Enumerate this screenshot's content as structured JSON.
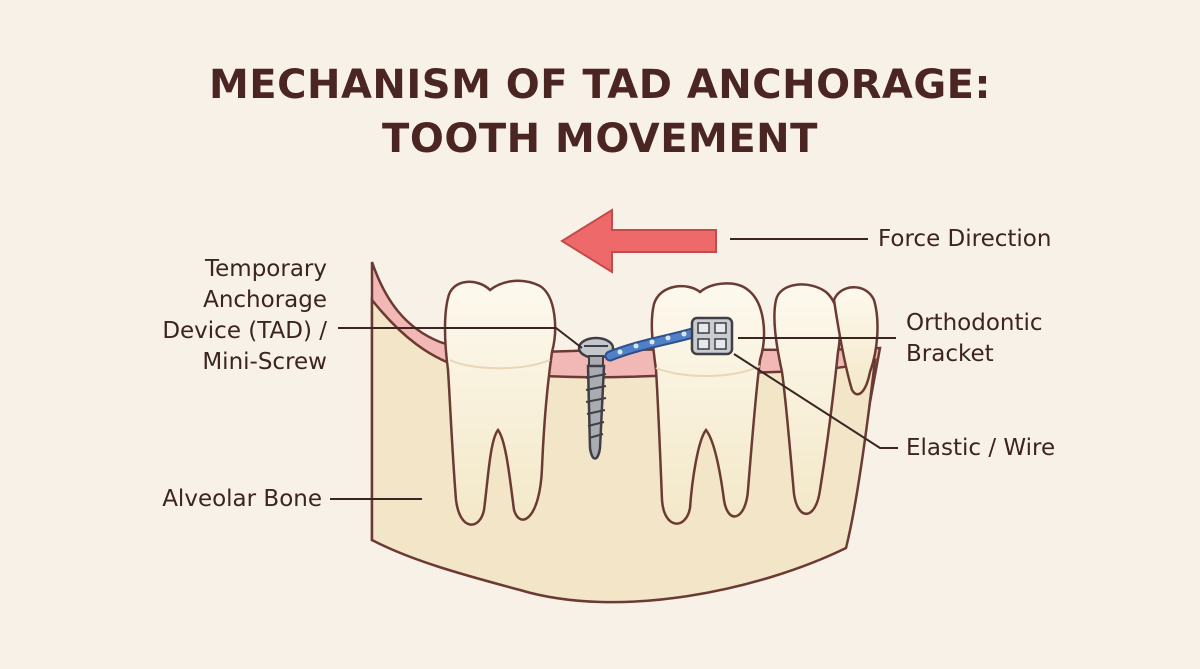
{
  "title": {
    "line1": "MECHANISM OF TAD ANCHORAGE:",
    "line2": "TOOTH MOVEMENT"
  },
  "labels": {
    "force_direction": "Force Direction",
    "tad": [
      "Temporary",
      "Anchorage",
      "Device (TAD) /",
      "Mini-Screw"
    ],
    "bracket": [
      "Orthodontic",
      "Bracket"
    ],
    "elastic": "Elastic / Wire",
    "bone": "Alveolar Bone"
  },
  "colors": {
    "background": "#f8f1e8",
    "title": "#4a2521",
    "arrow": "#ee6a6a",
    "gum": "#f2b8b5",
    "bone": "#f3e6c8",
    "tooth": "#fbf4e2",
    "chain": "#4f80c8",
    "screw": "#a9adb2"
  }
}
